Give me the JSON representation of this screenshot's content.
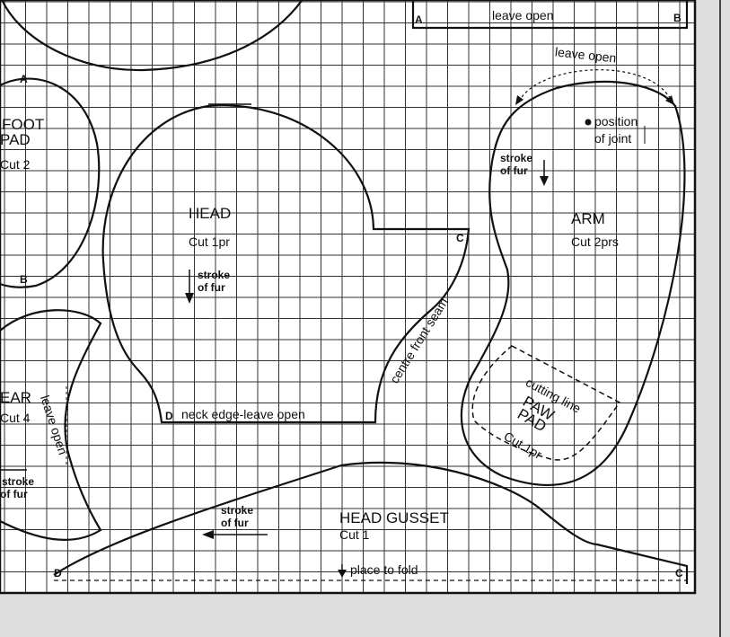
{
  "foot_pad": {
    "title_line1": "FOOT",
    "title_line2": "PAD",
    "cut": "Cut 2",
    "point_a": "A",
    "point_b": "B"
  },
  "head": {
    "title": "HEAD",
    "cut": "Cut 1pr",
    "stroke_line1": "stroke",
    "stroke_line2": "of fur",
    "point_c": "C",
    "point_d": "D",
    "neck_edge": "neck edge-leave open",
    "centre_front_seam": "centre front seam"
  },
  "ear": {
    "title": "EAR",
    "cut": "Cut 4",
    "leave_open": "leave open",
    "stroke_line1": "stroke",
    "stroke_line2": "of fur"
  },
  "arm": {
    "title": "ARM",
    "cut": "Cut 2prs",
    "leave_open": "leave open",
    "position_line1": "position",
    "position_line2": "of joint",
    "stroke_line1": "stroke",
    "stroke_line2": "of fur"
  },
  "paw_pad": {
    "cutting_line": "cutting line",
    "title_line1": "PAW",
    "title_line2": "PAD",
    "cut": "Cut 1pr"
  },
  "body_piece": {
    "leave_open": "leave open",
    "point_a": "A",
    "point_b": "B"
  },
  "head_gusset": {
    "title": "HEAD GUSSET",
    "cut": "Cut 1",
    "place_to_fold": "place to fold",
    "point_c": "C",
    "point_d": "D",
    "stroke_line1": "stroke",
    "stroke_line2": "of fur"
  },
  "colors": {
    "ink": "#111111",
    "paper": "#ffffff",
    "grid": "#333333",
    "surround": "#dedede"
  }
}
